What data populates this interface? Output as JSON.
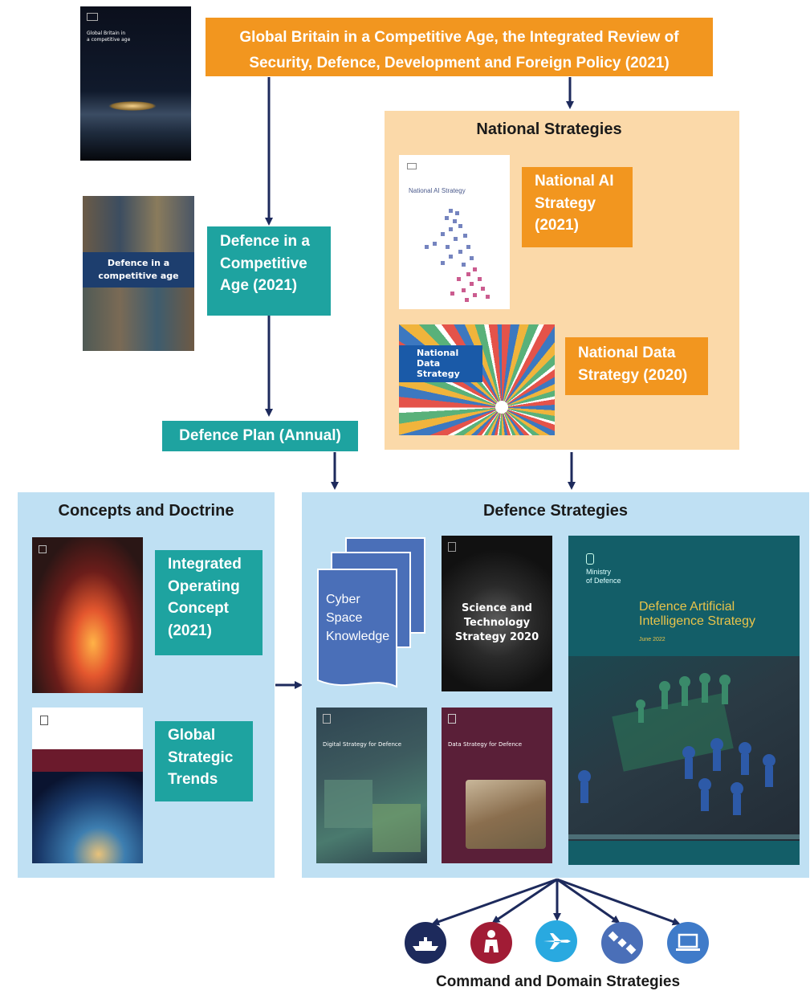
{
  "integrated_review": {
    "line1": "Global Britain in a Competitive Age, the Integrated Review of",
    "line2": "Security, Defence, Development and Foreign Policy (2021)",
    "cover_title_1": "Global Britain in",
    "cover_title_2": "a competitive age"
  },
  "defence_competitive_age": {
    "line1": "Defence in a",
    "line2": "Competitive",
    "line3": "Age (2021)",
    "cover_title_1": "Defence in a",
    "cover_title_2": "competitive age"
  },
  "defence_plan": {
    "label": "Defence Plan (Annual)"
  },
  "national_strategies": {
    "title": "National Strategies",
    "ai": {
      "line1": "National AI",
      "line2": "Strategy",
      "line3": "(2021)",
      "cover_title": "National AI Strategy"
    },
    "data": {
      "line1": "National Data",
      "line2": "Strategy (2020)",
      "cover_title_1": "National",
      "cover_title_2": "Data",
      "cover_title_3": "Strategy"
    }
  },
  "concepts_doctrine": {
    "title": "Concepts and Doctrine",
    "ioc": {
      "line1": "Integrated",
      "line2": "Operating",
      "line3": "Concept",
      "line4": "(2021)"
    },
    "gst": {
      "line1": "Global",
      "line2": "Strategic",
      "line3": "Trends"
    }
  },
  "defence_strategies": {
    "title": "Defence Strategies",
    "cyber": {
      "line1": "Cyber",
      "line2": "Space",
      "line3": "Knowledge"
    },
    "science": {
      "line1": "Science and",
      "line2": "Technology",
      "line3": "Strategy 2020"
    },
    "digital": {
      "title": "Digital Strategy for Defence"
    },
    "data_def": {
      "title": "Data Strategy for Defence"
    },
    "ai_def": {
      "ministry_1": "Ministry",
      "ministry_2": "of Defence",
      "line1": "Defence Artificial",
      "line2": "Intelligence Strategy",
      "date": "June 2022"
    }
  },
  "command_domain": {
    "title": "Command and Domain Strategies",
    "icons": [
      "ship-icon",
      "soldier-icon",
      "jet-icon",
      "satellite-icon",
      "laptop-icon"
    ]
  },
  "colors": {
    "orange": "#f2961f",
    "teal": "#1ea3a0",
    "peach": "#fbd9a9",
    "light_blue": "#bfe0f3",
    "navy": "#1d2a5c"
  }
}
